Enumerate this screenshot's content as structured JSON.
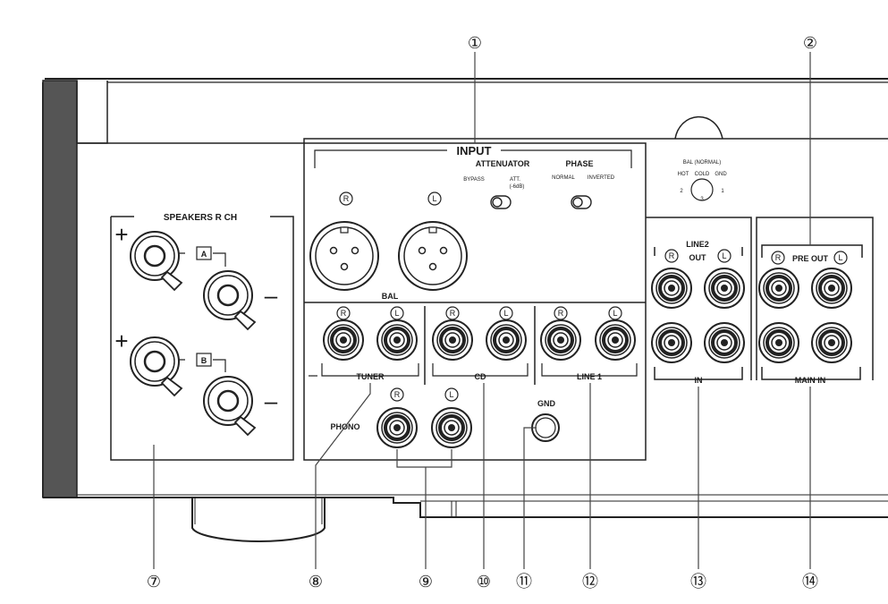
{
  "callouts": [
    "①",
    "②",
    "⑦",
    "⑧",
    "⑨",
    "⑩",
    "⑪",
    "⑫",
    "⑬",
    "⑭"
  ],
  "labels": {
    "input": "INPUT",
    "attenuator": "ATTENUATOR",
    "bypass": "BYPASS",
    "att": "ATT.",
    "att_db": "(-6dB)",
    "phase": "PHASE",
    "normal": "NORMAL",
    "inverted": "INVERTED",
    "bal": "BAL",
    "bal_normal": "BAL (NORMAL)",
    "hot": "HOT",
    "cold": "COLD",
    "gnd_pin": "GND",
    "pin2": "2",
    "pin3": "3",
    "pin1": "1",
    "speakers": "SPEAKERS R CH",
    "a": "A",
    "b": "B",
    "plus": "+",
    "minus": "–",
    "tuner": "TUNER",
    "cd": "CD",
    "line1": "LINE 1",
    "phono": "PHONO",
    "gnd": "GND",
    "line2": "LINE2",
    "out": "OUT",
    "in": "IN",
    "pre_out": "PRE OUT",
    "main_in": "MAIN IN",
    "r": "R",
    "l": "L"
  }
}
